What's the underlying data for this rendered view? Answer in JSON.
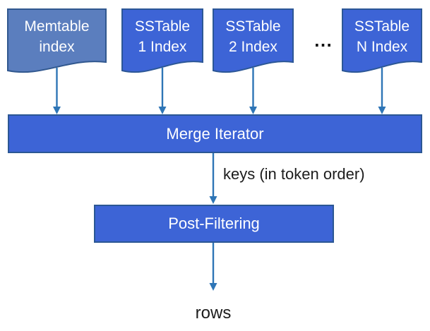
{
  "diagram": {
    "source_nodes": [
      {
        "line1": "Memtable",
        "line2": "index"
      },
      {
        "line1": "SSTable",
        "line2": "1 Index"
      },
      {
        "line1": "SSTable",
        "line2": "2 Index"
      },
      {
        "line1": "SSTable",
        "line2": "N Index"
      }
    ],
    "ellipsis": "⋯",
    "merge_iterator_label": "Merge Iterator",
    "post_filtering_label": "Post-Filtering",
    "keys_edge_label": "keys (in token order)",
    "rows_output_label": "rows",
    "colors": {
      "memtable_fill": "#5b7ebe",
      "memtable_border": "#31588f",
      "sstable_fill": "#3d64d6",
      "sstable_border": "#2c5796",
      "process_fill": "#3d64d6",
      "process_border": "#2b5794",
      "arrow": "#2e75b6",
      "node_text": "#ffffff",
      "annotation_text": "#1c1c1c",
      "background": "#ffffff"
    }
  }
}
